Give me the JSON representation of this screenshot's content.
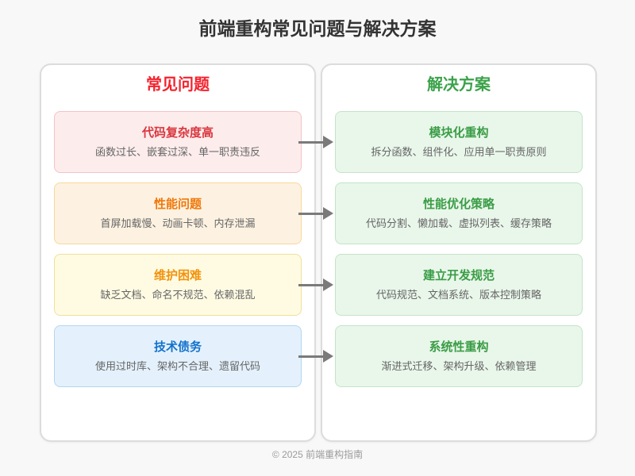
{
  "title": "前端重构常见问题与解决方案",
  "columns": {
    "problems": {
      "header": "常见问题",
      "color": "#f5222d"
    },
    "solutions": {
      "header": "解决方案",
      "color": "#3ba24a"
    }
  },
  "rows": [
    {
      "problem": {
        "title": "代码复杂度高",
        "desc": "函数过长、嵌套过深、单一职责违反",
        "accent": "#d9363e",
        "bg": "#fdecec",
        "border": "#f5c2c7"
      },
      "solution": {
        "title": "模块化重构",
        "desc": "拆分函数、组件化、应用单一职责原则",
        "accent": "#3a9d46",
        "bg": "#e9f6ea",
        "border": "#c2e5c6"
      }
    },
    {
      "problem": {
        "title": "性能问题",
        "desc": "首屏加载慢、动画卡顿、内存泄漏",
        "accent": "#f0780a",
        "bg": "#fdf2e1",
        "border": "#f8d89a"
      },
      "solution": {
        "title": "性能优化策略",
        "desc": "代码分割、懒加载、虚拟列表、缓存策略",
        "accent": "#3a9d46",
        "bg": "#e9f6ea",
        "border": "#c2e5c6"
      }
    },
    {
      "problem": {
        "title": "维护困难",
        "desc": "缺乏文档、命名不规范、依赖混乱",
        "accent": "#f2930d",
        "bg": "#fffbe3",
        "border": "#f0e09a"
      },
      "solution": {
        "title": "建立开发规范",
        "desc": "代码规范、文档系统、版本控制策略",
        "accent": "#3a9d46",
        "bg": "#e9f6ea",
        "border": "#c2e5c6"
      }
    },
    {
      "problem": {
        "title": "技术债务",
        "desc": "使用过时库、架构不合理、遗留代码",
        "accent": "#1272cc",
        "bg": "#e4f1fc",
        "border": "#b3d6f2"
      },
      "solution": {
        "title": "系统性重构",
        "desc": "渐进式迁移、架构升级、依赖管理",
        "accent": "#3a9d46",
        "bg": "#e9f6ea",
        "border": "#c2e5c6"
      }
    }
  ],
  "arrow_color": "#7a7a7a",
  "footer": "© 2025 前端重构指南"
}
